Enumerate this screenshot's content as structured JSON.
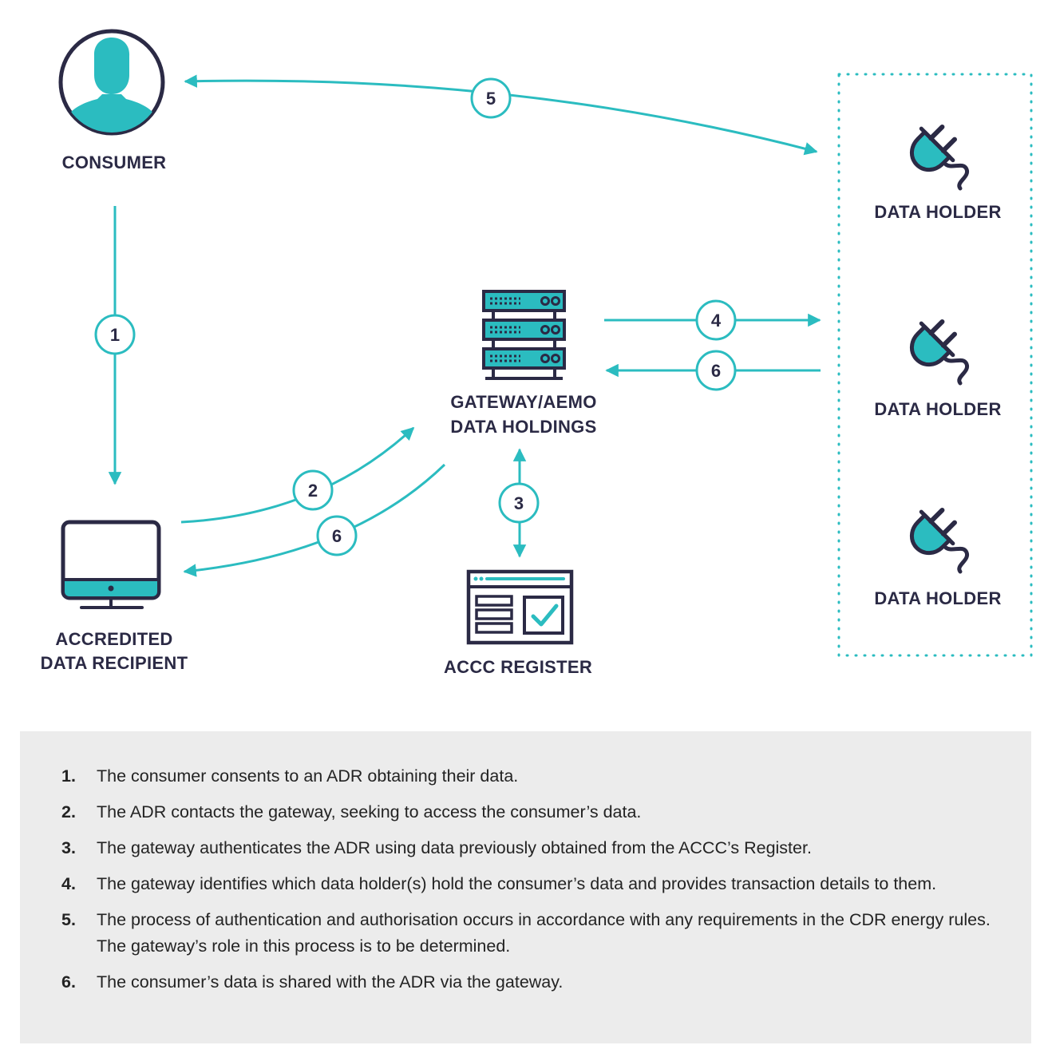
{
  "nodes": {
    "consumer": "CONSUMER",
    "data_holder_1": "DATA HOLDER",
    "data_holder_2": "DATA HOLDER",
    "data_holder_3": "DATA HOLDER",
    "gateway_line1": "GATEWAY/AEMO",
    "gateway_line2": "DATA HOLDINGS",
    "adr_line1": "ACCREDITED",
    "adr_line2": "DATA RECIPIENT",
    "register": "ACCC REGISTER"
  },
  "step_badges": [
    "5",
    "1",
    "4",
    "6",
    "2",
    "6",
    "3"
  ],
  "steps": [
    {
      "num": "1.",
      "text": "The consumer consents to an ADR obtaining their data."
    },
    {
      "num": "2.",
      "text": "The ADR contacts the gateway, seeking to access the consumer’s data."
    },
    {
      "num": "3.",
      "text": "The gateway authenticates the ADR using data previously obtained from the ACCC’s Register."
    },
    {
      "num": "4.",
      "text": "The gateway identifies which data holder(s) hold the consumer’s data and provides transaction details to them."
    },
    {
      "num": "5.",
      "text": "The process of authentication and authorisation occurs in accordance with any requirements in the CDR energy rules. The gateway’s role in this process is to be determined."
    },
    {
      "num": "6.",
      "text": "The consumer’s data is shared with the ADR via the gateway."
    }
  ],
  "colors": {
    "teal": "#2bbcc0",
    "navy": "#2b2a45",
    "legend_bg": "#ececec"
  },
  "icons": [
    "user-icon",
    "plug-icon",
    "server-icon",
    "monitor-icon",
    "register-icon"
  ]
}
